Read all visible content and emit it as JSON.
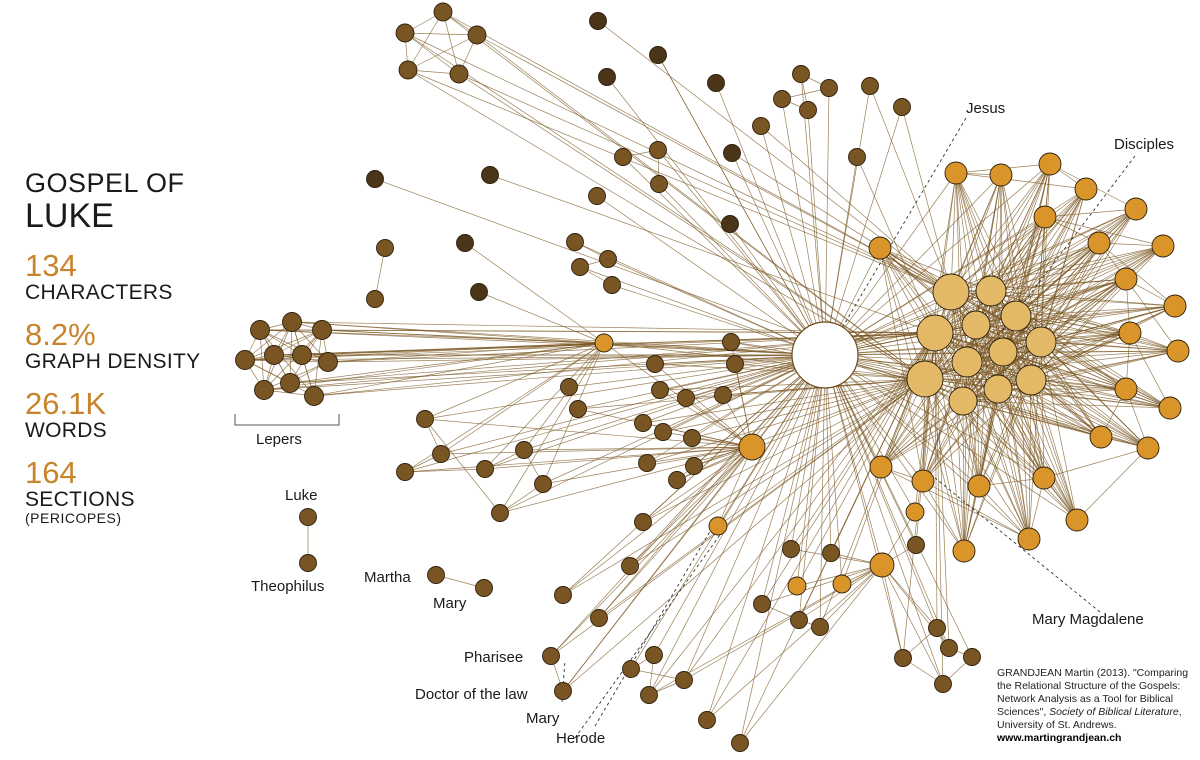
{
  "title": {
    "line1": "GOSPEL OF",
    "line2": "LUKE"
  },
  "stats": [
    {
      "value": "134",
      "label": "CHARACTERS"
    },
    {
      "value": "8.2%",
      "label": "GRAPH DENSITY"
    },
    {
      "value": "26.1K",
      "label": "WORDS"
    },
    {
      "value": "164",
      "label": "SECTIONS",
      "sublabel": "(PERICOPES)"
    }
  ],
  "labels": {
    "jesus": "Jesus",
    "disciples": "Disciples",
    "lepers": "Lepers",
    "luke": "Luke",
    "theophilus": "Theophilus",
    "martha": "Martha",
    "mary": "Mary",
    "mary_magdalene": "Mary Magdalene",
    "pharisee": "Pharisee",
    "doctor_of_the_law": "Doctor of the law",
    "mary_mother": "Mary",
    "herode": "Herode"
  },
  "credit": {
    "text1": "GRANDJEAN Martin (2013). \"Comparing the Relational Structure of the Gospels: Network Analysis as a Tool for Biblical Sciences\",",
    "journal": "Society of Biblical Literature",
    "text2": ", University of St. Andrews.",
    "url": "www.martingrandjean.ch"
  },
  "colors": {
    "edge": "#7a5520",
    "node_dark": "#4a3518",
    "node_brown": "#7a5524",
    "node_orange": "#d9952a",
    "node_light": "#e3b866",
    "node_white": "#ffffff",
    "accent_text": "#c8842a"
  }
}
